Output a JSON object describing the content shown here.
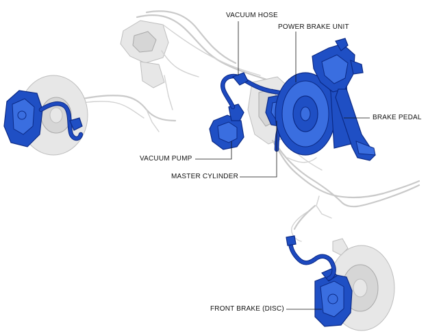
{
  "labels": {
    "vacuum_hose": "VACUUM HOSE",
    "power_brake_unit": "POWER BRAKE UNIT",
    "brake_pedal": "BRAKE PEDAL",
    "vacuum_pump": "VACUUM PUMP",
    "master_cylinder": "MASTER CYLINDER",
    "front_brake": "FRONT BRAKE (DISC)"
  },
  "colors": {
    "highlight_blue": "#1f4fc4",
    "outline_blue": "#0b2a86",
    "ghost_gray": "#d6d6d6",
    "label_text": "#111111"
  }
}
